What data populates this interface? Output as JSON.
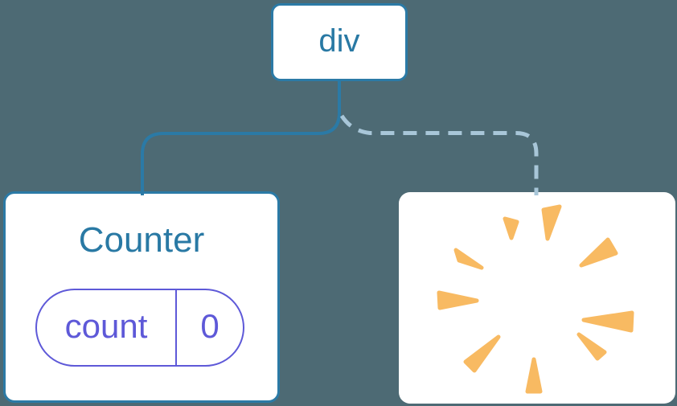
{
  "colors": {
    "background": "#4D6A74",
    "line_blue": "#2B7AA6",
    "text_blue": "#2979A4",
    "dash_blue": "#A8C6D8",
    "purple": "#5E59D8",
    "orange": "#F8BA62",
    "box_bg": "#FFFFFF"
  },
  "tree": {
    "root": {
      "label": "div"
    },
    "counter": {
      "title": "Counter",
      "state": {
        "key": "count",
        "value": "0"
      }
    },
    "removed": {
      "icon": "poof-explosion"
    }
  }
}
